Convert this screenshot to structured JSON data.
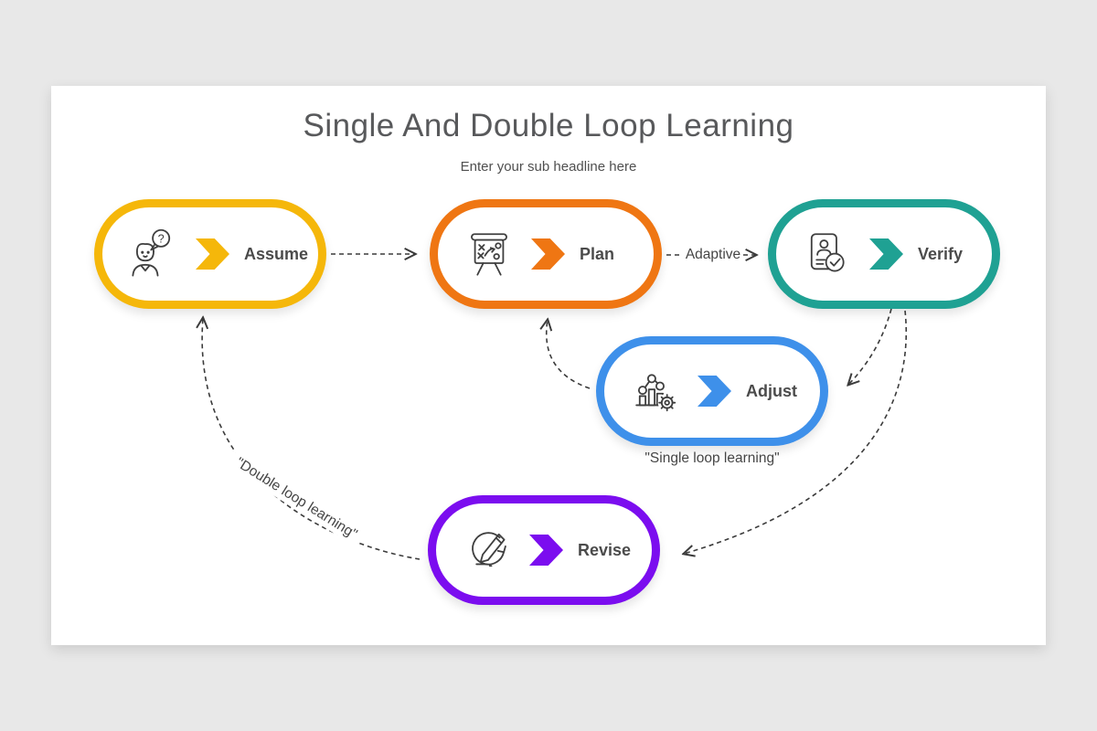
{
  "page": {
    "background_color": "#e8e8e8",
    "canvas_color": "#ffffff"
  },
  "header": {
    "title": "Single And Double Loop Learning",
    "subtitle": "Enter your sub headline here"
  },
  "nodes": [
    {
      "id": "assume",
      "label": "Assume",
      "color": "#F5B70A",
      "icon": "person-question-icon"
    },
    {
      "id": "plan",
      "label": "Plan",
      "color": "#EF7613",
      "icon": "strategy-board-icon"
    },
    {
      "id": "verify",
      "label": "Verify",
      "color": "#1FA193",
      "icon": "id-card-check-icon"
    },
    {
      "id": "adjust",
      "label": "Adjust",
      "color": "#3E90EA",
      "icon": "chart-gear-icon"
    },
    {
      "id": "revise",
      "label": "Revise",
      "color": "#7B0DEF",
      "icon": "pencil-loop-icon"
    }
  ],
  "annotations": {
    "adaptive_label": "Adaptive",
    "single_loop_label": "\"Single loop learning\"",
    "double_loop_label": "\"Double loop learning\"",
    "question_mark": "?"
  },
  "connectors": {
    "color": "#3b3b3b",
    "line_style": "dashed",
    "links": [
      {
        "from": "assume",
        "to": "plan"
      },
      {
        "from": "plan",
        "to": "verify",
        "label": "Adaptive"
      },
      {
        "from": "verify",
        "to": "adjust"
      },
      {
        "from": "adjust",
        "to": "plan",
        "loop": "single"
      },
      {
        "from": "verify",
        "to": "revise"
      },
      {
        "from": "revise",
        "to": "assume",
        "loop": "double"
      }
    ]
  }
}
